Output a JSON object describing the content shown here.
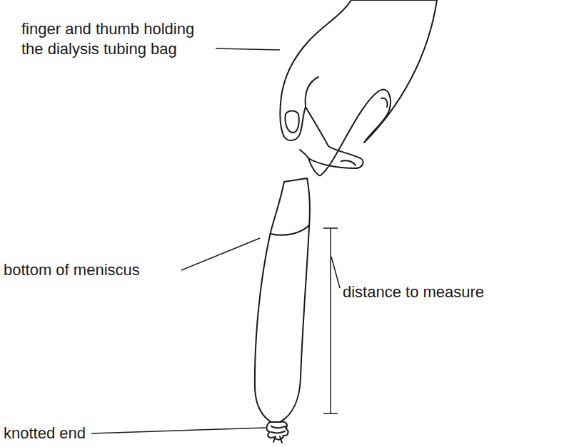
{
  "diagram": {
    "labels": [
      "finger and thumb holding the dialysis tubing bag",
      "bottom of meniscus",
      "distance to measure",
      "knotted end"
    ]
  }
}
